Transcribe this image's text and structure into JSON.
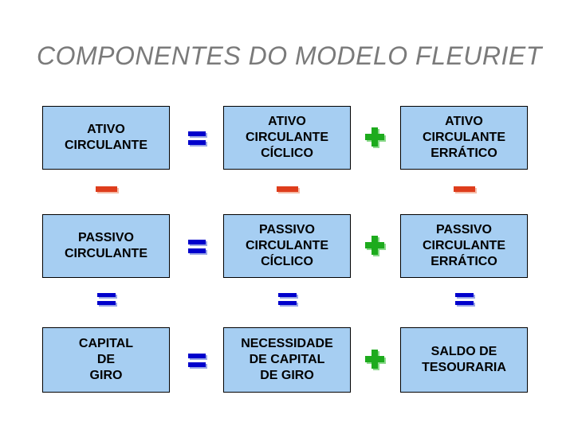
{
  "slide": {
    "title": "COMPONENTES DO MODELO FLEURIET"
  },
  "operators": {
    "equals": "=",
    "plus": "+",
    "minus": "−"
  },
  "equation_rows": [
    {
      "left_box": "ATIVO\nCIRCULANTE",
      "op1": "=",
      "middle_box": "ATIVO\nCIRCULANTE\nCÍCLICO",
      "op2": "+",
      "right_box": "ATIVO\nCIRCULANTE\nERRÁTICO"
    },
    {
      "left_box": "PASSIVO\nCIRCULANTE",
      "op1": "=",
      "middle_box": "PASSIVO\nCIRCULANTE\nCÍCLICO",
      "op2": "+",
      "right_box": "PASSIVO\nCIRCULANTE\nERRÁTICO"
    },
    {
      "left_box": "CAPITAL\nDE\nGIRO",
      "op1": "=",
      "middle_box": "NECESSIDADE\nDE CAPITAL\nDE GIRO",
      "op2": "+",
      "right_box": "SALDO DE\nTESOURARIA"
    }
  ],
  "vertical_operators": {
    "between_rows_1_2": "−",
    "between_rows_2_3": "="
  },
  "colors": {
    "background": "#FFFFFF",
    "title_gray": "#7A7A7A",
    "box_fill": "#A6CEF2",
    "box_border": "#000000",
    "box_text": "#000000",
    "equals_blue": "#0000CC",
    "equals_shadow": "#9BA7E6",
    "plus_green": "#1DAB1D",
    "plus_shadow": "#8BD98B",
    "minus_red": "#DE3D1C",
    "minus_shadow": "#F5BCA8"
  }
}
